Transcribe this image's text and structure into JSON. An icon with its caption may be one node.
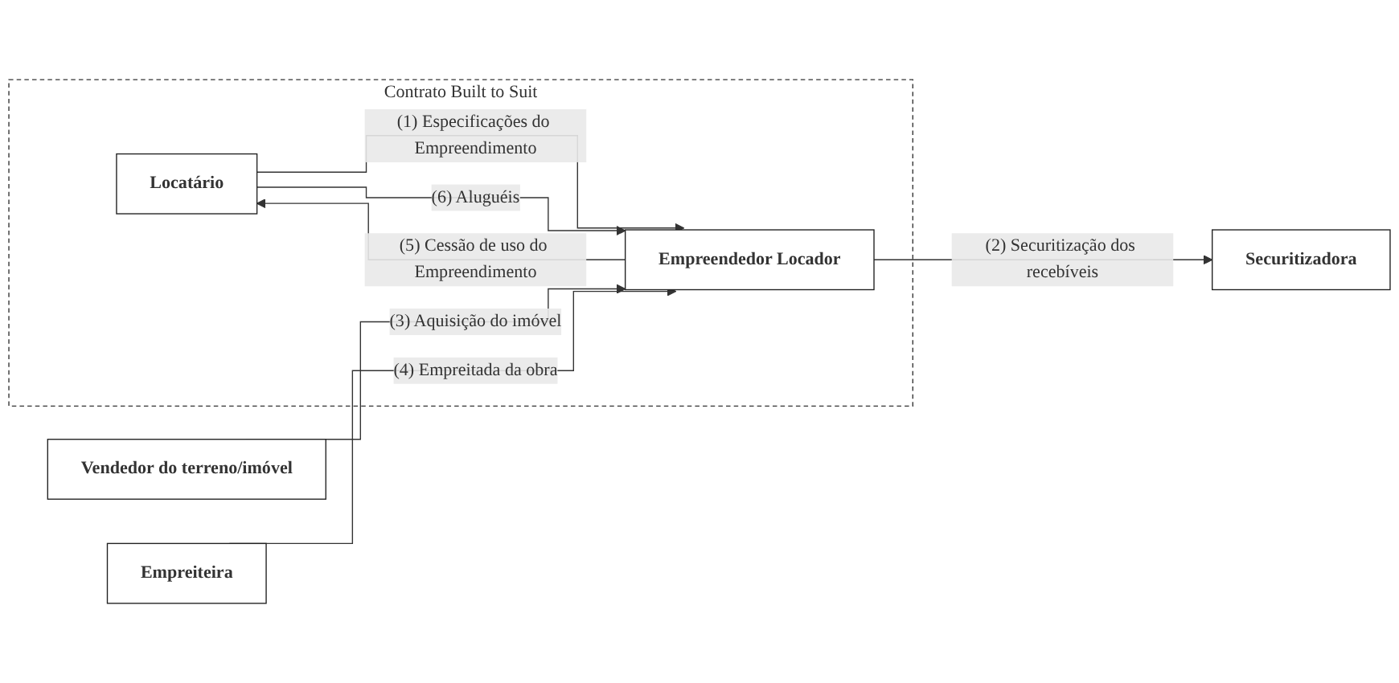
{
  "diagram": {
    "nodes": [
      {
        "text": [
          "Contrato Built to Suit"
        ]
      },
      {
        "text": [
          "Locatário"
        ],
        "in": 0
      },
      {
        "text": [
          "Empreendedor Locador"
        ],
        "in": 0
      },
      {
        "text": [
          "Securitizadora"
        ]
      },
      {
        "text": [
          "Vendedor do terreno/imóvel"
        ]
      },
      {
        "text": [
          "Empreiteira"
        ]
      }
    ],
    "edges": [
      {
        "from": 1,
        "to": 2,
        "arrow": "to",
        "label": "(1) Especificações do Empreendimento"
      },
      {
        "from": 2,
        "to": 3,
        "arrow": "to",
        "label": "(2) Securitização dos recebíveis"
      },
      {
        "from": 4,
        "to": 2,
        "arrow": "to",
        "label": "(3) Aquisição do imóvel"
      },
      {
        "from": 5,
        "to": 2,
        "arrow": "to",
        "label": "(4) Empreitada da obra"
      },
      {
        "from": 2,
        "to": 1,
        "arrow": "to",
        "label": "(5) Cessão de uso do Empreendimento"
      },
      {
        "from": 1,
        "to": 2,
        "arrow": "to",
        "label": "(6) Aluguéis"
      }
    ]
  }
}
